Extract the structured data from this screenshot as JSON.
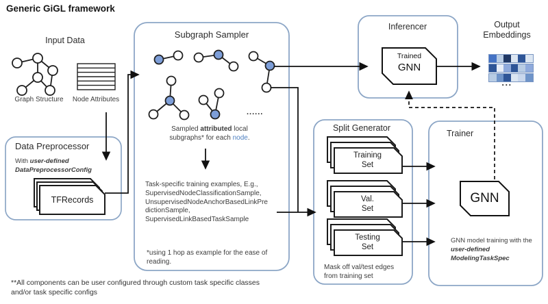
{
  "title": "Generic GiGL framework",
  "colors": {
    "box_border": "#8ca6c6",
    "node_blue": "#7d9ed8",
    "link_blue": "#4d7fc0",
    "card_border": "#1a1a1a",
    "embedding_border": "#7a96c2"
  },
  "input_data": {
    "label": "Input Data",
    "graph_label": "Graph Structure",
    "attrs_label": "Node Attributes"
  },
  "preprocessor": {
    "title": "Data Preprocessor",
    "note_prefix": "With ",
    "note_bold": "user-defined",
    "note_line2": "DataPreprocessorConfig",
    "card_label": "TFRecords"
  },
  "sampler": {
    "title": "Subgraph Sampler",
    "dots": "......",
    "caption": {
      "p1": "Sampled ",
      "p2": "attributed",
      "p3": " local subgraphs* for each ",
      "p4": "node",
      "p5": "."
    },
    "task_lines": [
      "Task-specific training examples, E.g.,",
      "SupervisedNodeClassificationSample,",
      "UnsupervisedNodeAnchorBasedLinkPre",
      "dictionSample,",
      "SupervisedLinkBasedTaskSample"
    ],
    "footnote": "*using 1 hop as example for the ease of reading."
  },
  "inferencer": {
    "title": "Inferencer",
    "card_line1": "Trained",
    "card_line2": "GNN"
  },
  "output": {
    "label_line1": "Output",
    "label_line2": "Embeddings",
    "ellipsis": "...",
    "rows": [
      [
        "#4472c4",
        "#b8cce4",
        "#203864",
        "#dce6f2",
        "#2e5597",
        "#dce6f2"
      ],
      [
        "#2e5597",
        "#e8eef8",
        "#8faadc",
        "#2e5597",
        "#b8cce4",
        "#8faadc"
      ],
      [
        "#b8cce4",
        "#6f94c9",
        "#2e5597",
        "#dce6f2",
        "#c9d7ec",
        "#6f94c9"
      ]
    ]
  },
  "split_generator": {
    "title": "Split Generator",
    "stacks": [
      {
        "line1": "Training",
        "line2": "Set"
      },
      {
        "line1": "Val.",
        "line2": "Set"
      },
      {
        "line1": "Testing",
        "line2": "Set"
      }
    ],
    "note_line1": "Mask off val/test edges",
    "note_line2": "from training set"
  },
  "trainer": {
    "title": "Trainer",
    "card_label": "GNN",
    "note_prefix": "GNN model training with the ",
    "note_bold1": "user-defined",
    "note_bold2": "ModelingTaskSpec"
  },
  "footnote_line1": "**All components can be user configured through custom task specific classes",
  "footnote_line2": "and/or task specific configs"
}
